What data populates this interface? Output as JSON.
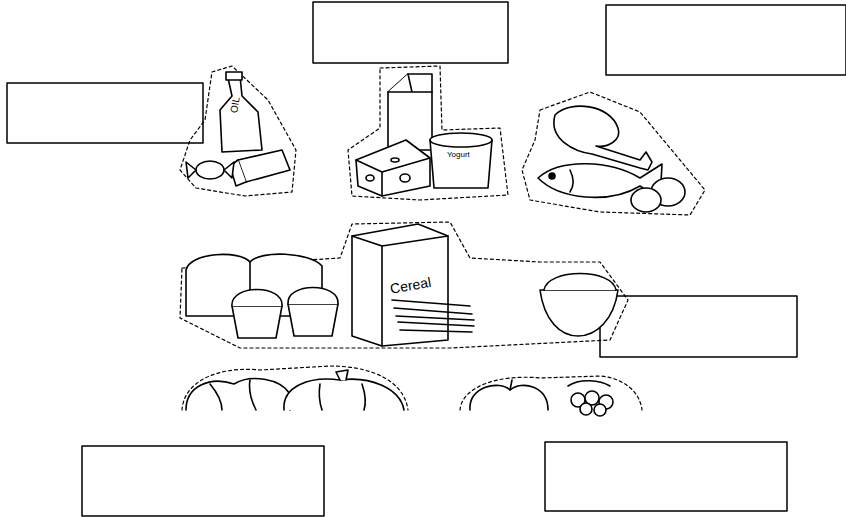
{
  "diagram": {
    "labels": [
      "OIL",
      "Yogurt",
      "Cereal"
    ]
  }
}
